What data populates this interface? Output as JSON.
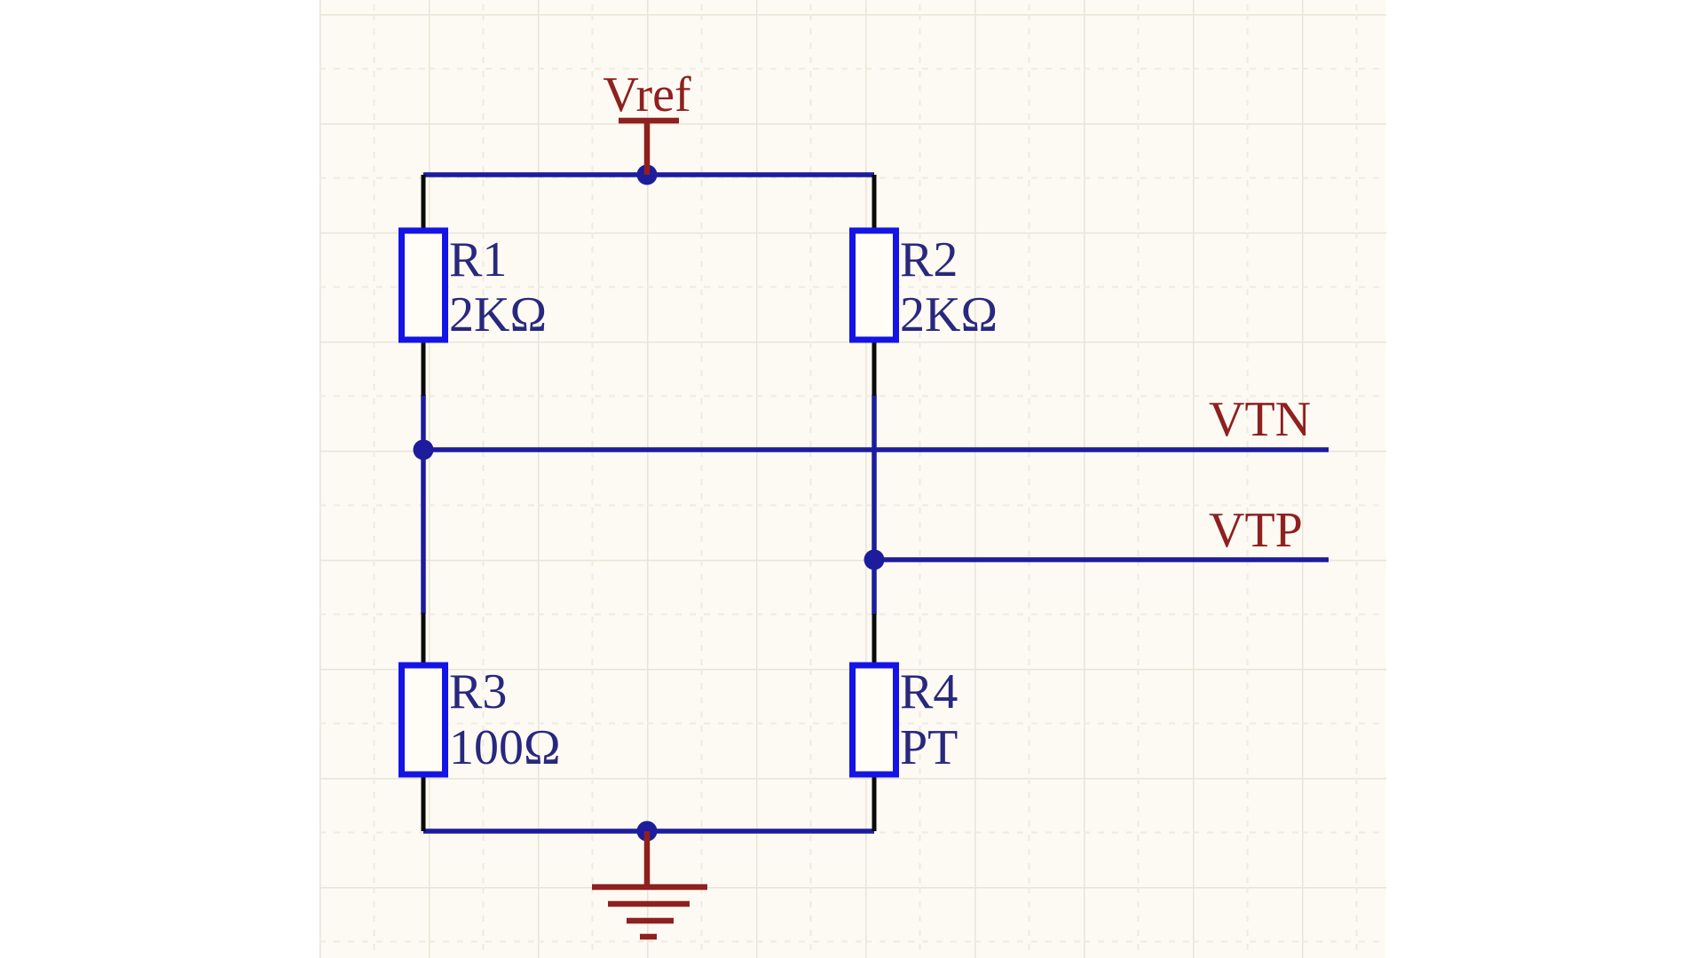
{
  "diagram": {
    "power_net_label": "Vref",
    "net_labels": {
      "vtn": "VTN",
      "vtp": "VTP"
    },
    "components": [
      {
        "designator": "R1",
        "value": "2KΩ"
      },
      {
        "designator": "R2",
        "value": "2KΩ"
      },
      {
        "designator": "R3",
        "value": "100Ω"
      },
      {
        "designator": "R4",
        "value": "PT"
      }
    ],
    "colors": {
      "page_background": "#ffffff",
      "sheet_background": "#fcfaf3",
      "grid_major": "#e9e4d7",
      "grid_minor": "#efebe0",
      "wire": "#1c1c9c",
      "pin": "#0a0a0a",
      "component_outline": "#1414e6",
      "component_label": "#28287e",
      "net_label": "#8f2020"
    }
  }
}
